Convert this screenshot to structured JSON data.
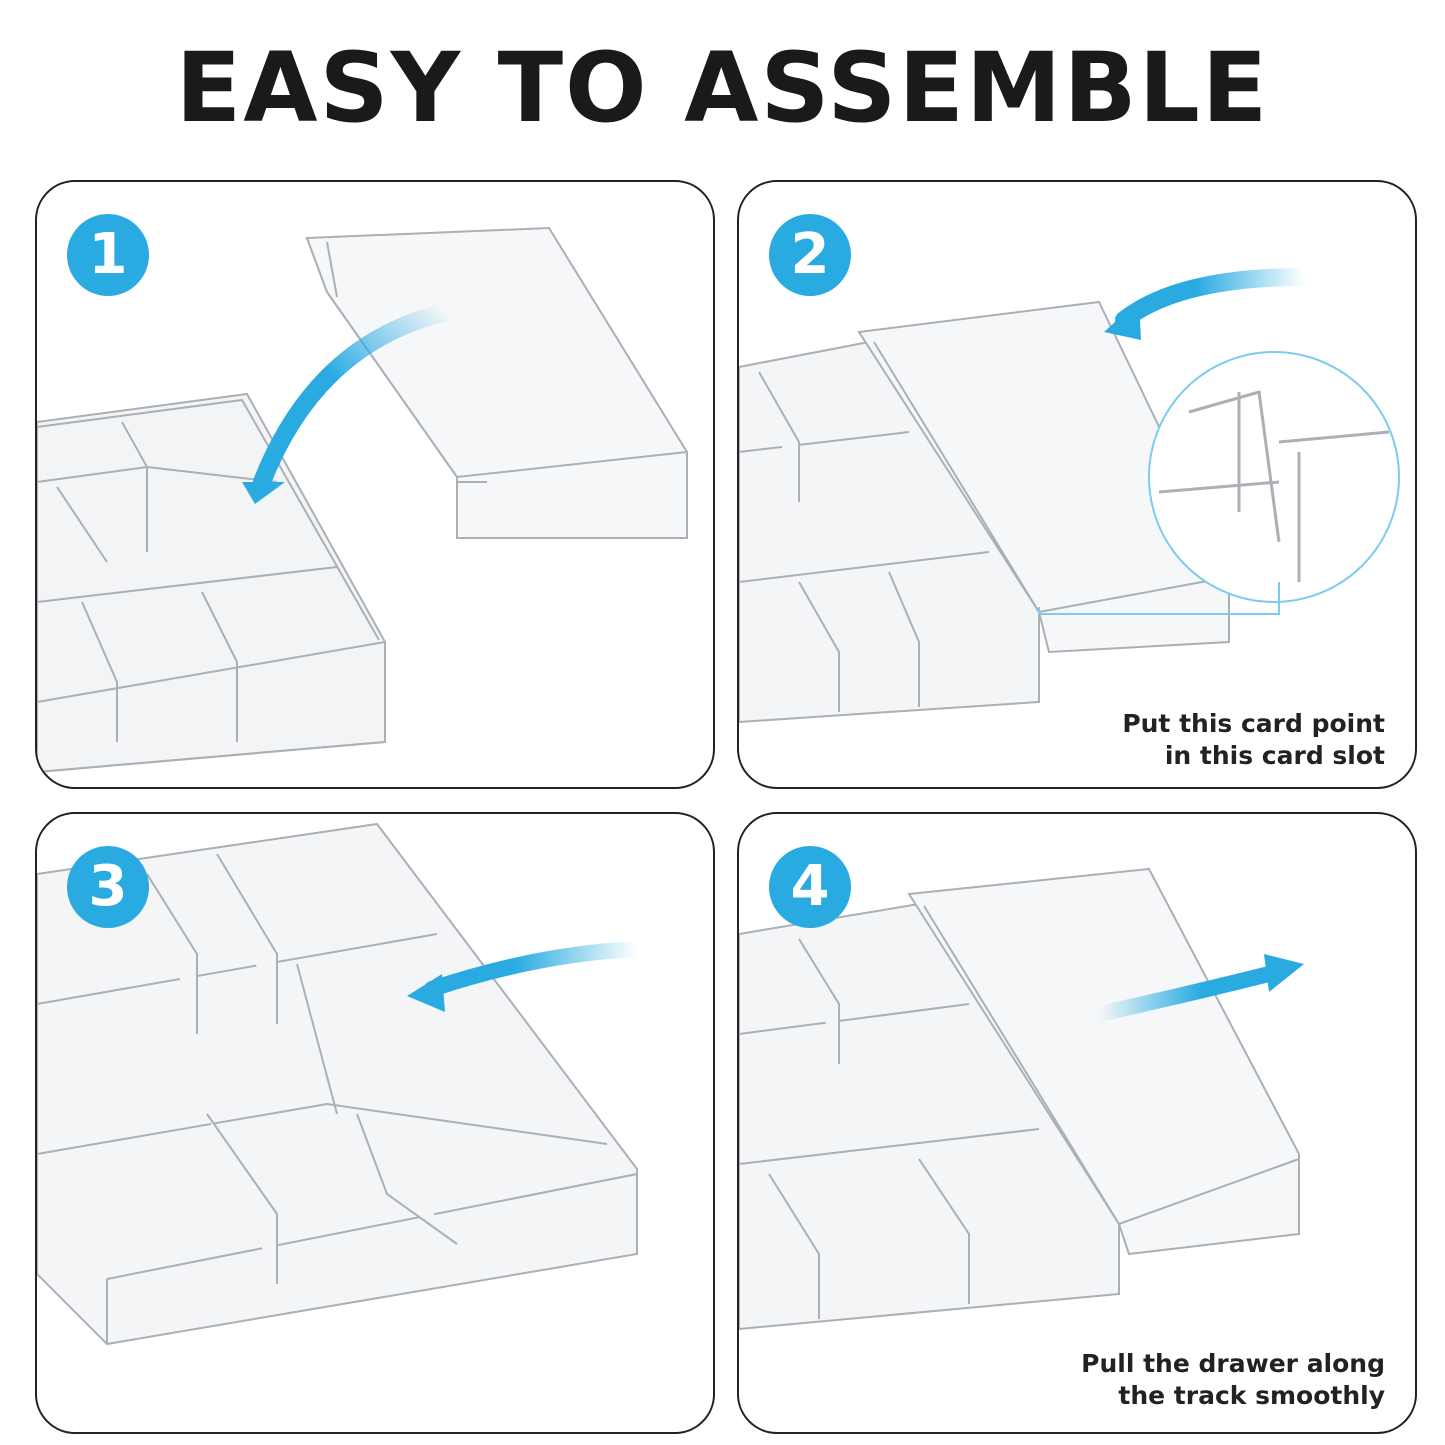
{
  "title": "EASY TO ASSEMBLE",
  "steps": [
    {
      "number": "1"
    },
    {
      "number": "2",
      "caption": [
        "Put this card point",
        "in this card slot"
      ]
    },
    {
      "number": "3"
    },
    {
      "number": "4",
      "caption": [
        "Pull the drawer along",
        "the track smoothly"
      ]
    }
  ],
  "colors": {
    "accent": "#29abe2",
    "outline": "#222222",
    "acrylic": "#c8ccd0"
  },
  "icons": {
    "arrow": "curved-blue-arrow-icon",
    "zoom": "magnifier-circle-icon"
  }
}
